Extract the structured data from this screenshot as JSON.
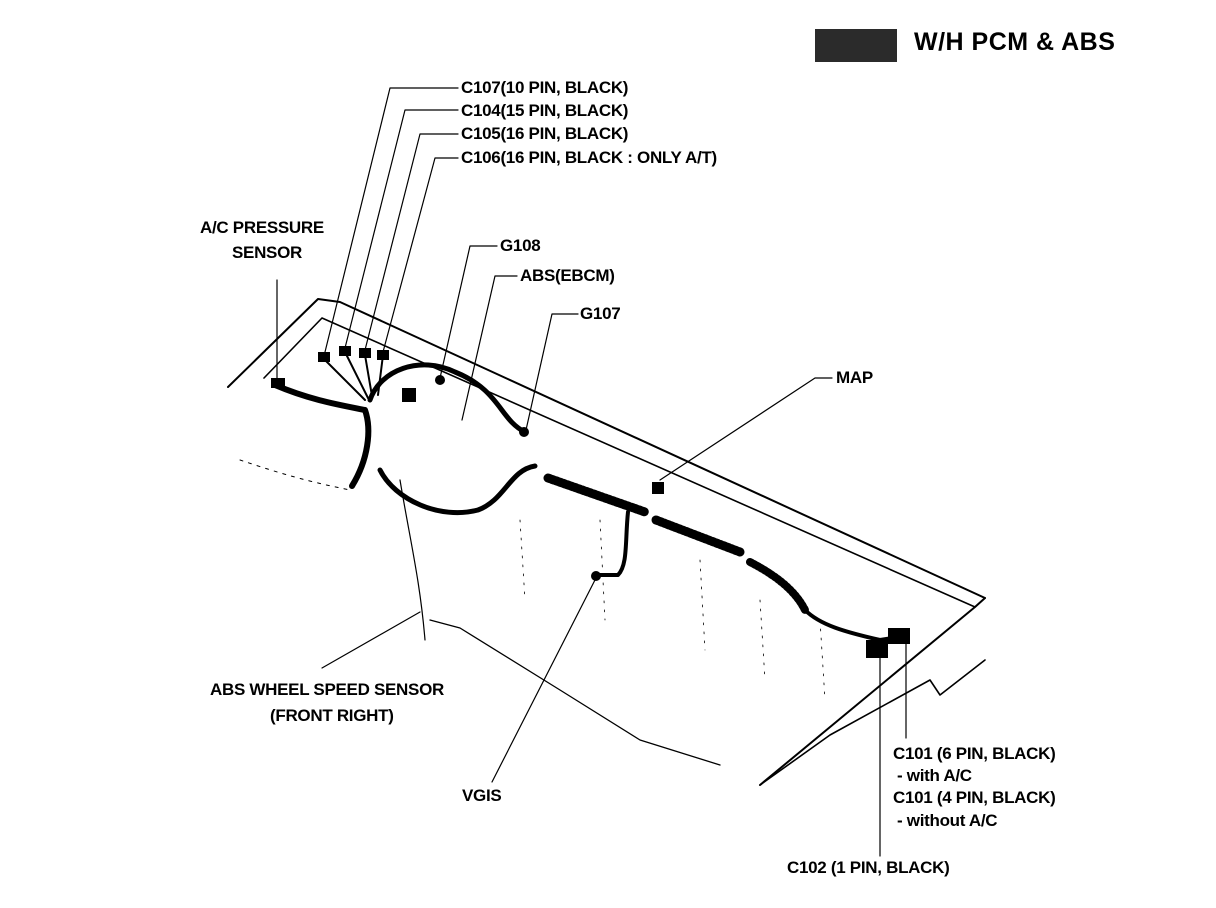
{
  "header": {
    "title": "W/H PCM & ABS"
  },
  "labels": {
    "c107": "C107(10 PIN, BLACK)",
    "c104": "C104(15 PIN, BLACK)",
    "c105": "C105(16 PIN, BLACK)",
    "c106": "C106(16 PIN, BLACK : ONLY A/T)",
    "ac_sensor_1": "A/C PRESSURE",
    "ac_sensor_2": "SENSOR",
    "g108": "G108",
    "abs_ebcm": "ABS(EBCM)",
    "g107": "G107",
    "map": "MAP",
    "abs_wheel_1": "ABS WHEEL SPEED SENSOR",
    "abs_wheel_2": "(FRONT RIGHT)",
    "vgis": "VGIS",
    "c101_6pin": "C101 (6 PIN, BLACK)",
    "with_ac": "- with A/C",
    "c101_4pin": "C101 (4 PIN, BLACK)",
    "without_ac": "- without A/C",
    "c102": "C102 (1 PIN, BLACK)"
  }
}
